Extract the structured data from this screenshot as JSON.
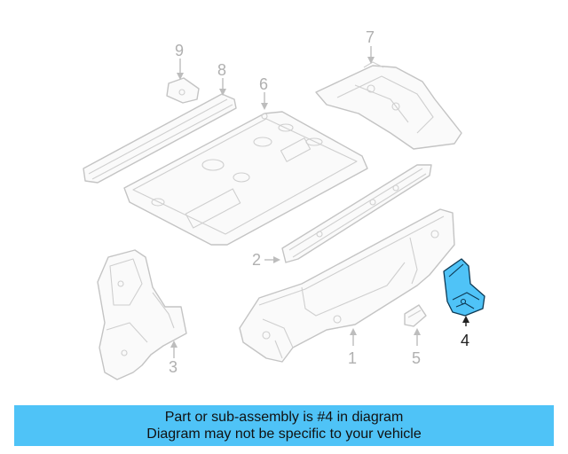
{
  "callouts": {
    "c1": "1",
    "c2": "2",
    "c3": "3",
    "c4": "4",
    "c5": "5",
    "c6": "6",
    "c7": "7",
    "c8": "8",
    "c9": "9"
  },
  "highlight_color": "#4fc3f7",
  "banner": {
    "line1": "Part or sub-assembly is #4 in diagram",
    "line2": "Diagram may not be specific to your vehicle"
  }
}
